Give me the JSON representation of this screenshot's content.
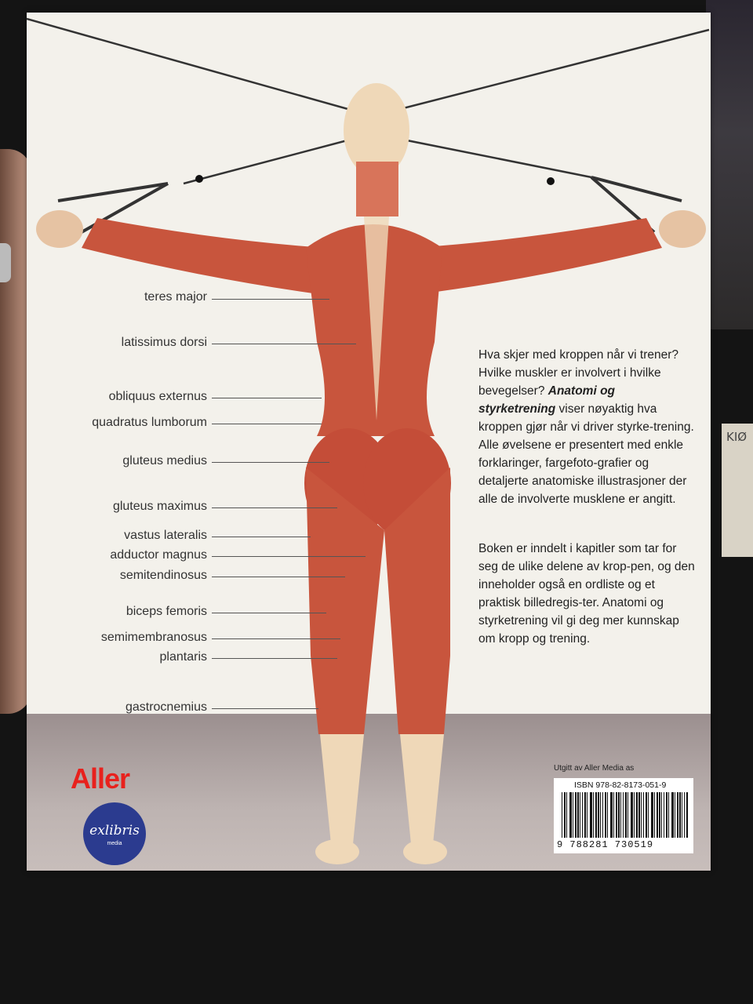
{
  "labels": [
    "teres major",
    "latissimus dorsi",
    "obliquus externus",
    "quadratus lumborum",
    "gluteus medius",
    "gluteus maximus",
    "vastus lateralis",
    "adductor magnus",
    "semitendinosus",
    "biceps femoris",
    "semimembranosus",
    "plantaris",
    "gastrocnemius"
  ],
  "blurb": {
    "p1_a": "Hva skjer med kroppen når vi trener? Hvilke muskler er involvert i hvilke bevegelser? ",
    "p1_title": "Anatomi og styrketrening",
    "p1_b": " viser nøyaktig hva kroppen gjør når vi driver styrke-trening. Alle øvelsene er presentert med enkle forklaringer, fargefoto-grafier og detaljerte anatomiske illustrasjoner der alle de involverte musklene er angitt.",
    "p2": "Boken er inndelt i kapitler som tar for seg de ulike delene av krop-pen, og den inneholder også en ordliste og et praktisk billedregis-ter. Anatomi og styrketrening vil gi deg mer kunnskap om kropp og trening."
  },
  "publisher_logo": "Aller",
  "imprint_logo": {
    "name": "exlibris",
    "sub": "media"
  },
  "publisher_note": "Utgitt av Aller Media as",
  "isbn": "ISBN 978-82-8173-051-9",
  "barcode_digits": "9 788281 730519",
  "sticky_note": "KIØ",
  "colors": {
    "muscle": "#c8553d",
    "skin": "#efd8b8",
    "aller_red": "#e8211d",
    "exlibris_blue": "#2b3b8f"
  }
}
